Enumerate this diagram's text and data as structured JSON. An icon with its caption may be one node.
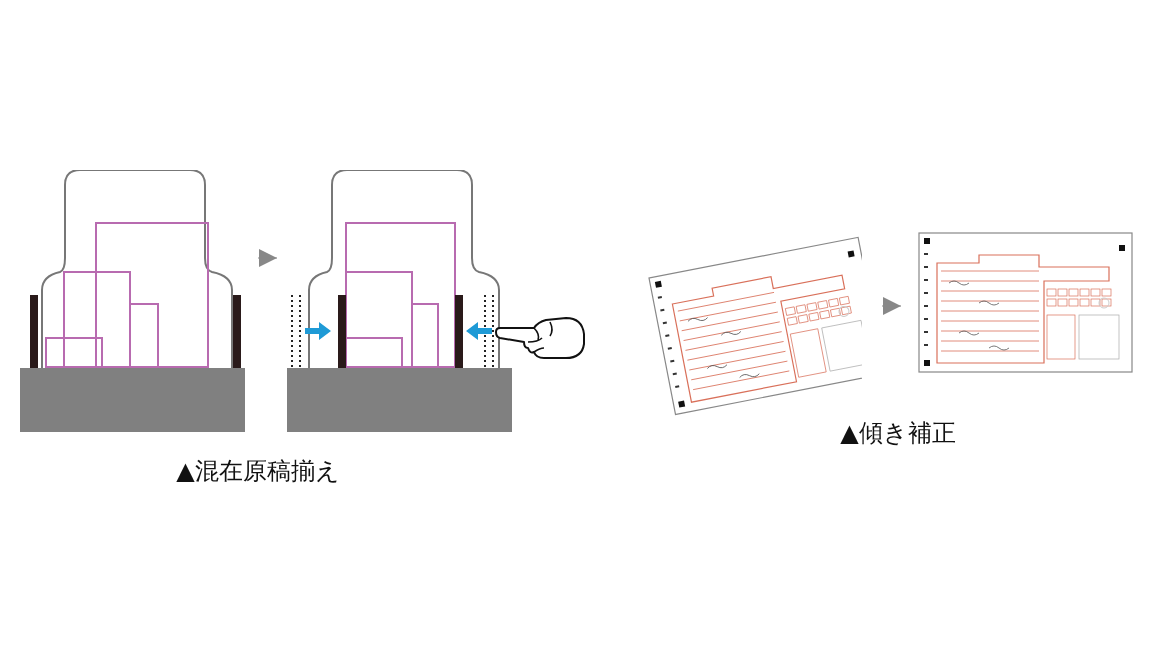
{
  "diagram": {
    "nodes": [
      {
        "text": [],
        "shape": "picture"
      },
      {
        "text": [],
        "shape": "picture"
      },
      {
        "text": [],
        "shape": "picture"
      },
      {
        "text": [],
        "shape": "picture"
      }
    ],
    "edges": [
      {
        "from": 0,
        "to": 1,
        "arrow": "to"
      },
      {
        "from": 2,
        "to": 3,
        "arrow": "to"
      }
    ],
    "labels": [
      "▲混在原稿揃え",
      "▲傾き補正"
    ]
  }
}
